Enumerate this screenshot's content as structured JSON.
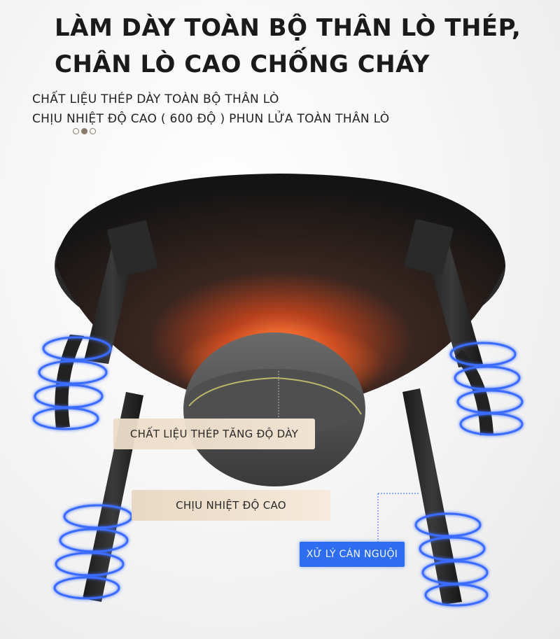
{
  "headline": {
    "line1": "LÀM DÀY TOÀN BỘ THÂN LÒ THÉP,",
    "line2": "CHÂN LÒ CAO CHỐNG CHÁY"
  },
  "subtitle": {
    "line1": "CHẤT LIỆU THÉP DÀY TOÀN BỘ THÂN LÒ",
    "line2": "CHỊU NHIỆT ĐỘ CAO ( 600 ĐỘ ) PHUN LỬA TOÀN THÂN LÒ"
  },
  "callouts": {
    "steel": "CHẤT LIỆU THÉP TĂNG ĐỘ DÀY",
    "heat": "CHỊU NHIỆT ĐỘ CAO",
    "cold": "XỬ LÝ CÁN NGUỘI"
  },
  "colors": {
    "glow_blue": "#3a6cff",
    "label_blue": "#2f6df0",
    "bowl_dark": "#1c1c1c",
    "heat_glow": "#ff6a2a",
    "label_beige": "#efe0cc"
  }
}
